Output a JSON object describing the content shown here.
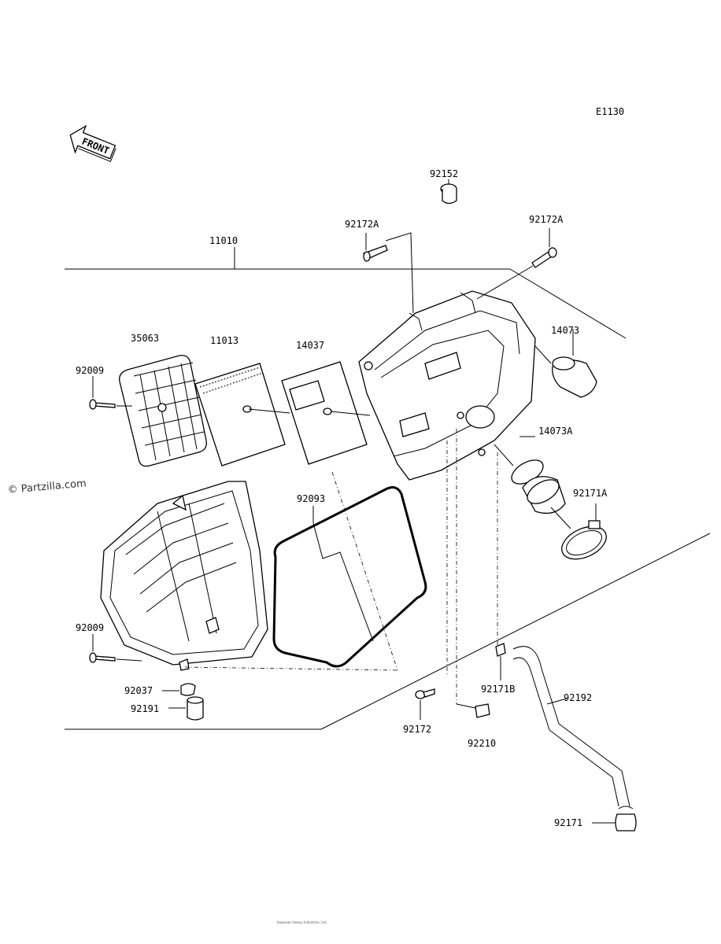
{
  "diagram_code": "E1130",
  "front_label": "FRONT",
  "watermark": "© Partzilla.com",
  "footer": "Kawasaki Heavy Industries, Ltd.",
  "parts": [
    {
      "id": "p-92152",
      "label": "92152"
    },
    {
      "id": "p-92172a-top",
      "label": "92172A"
    },
    {
      "id": "p-92172a-right",
      "label": "92172A"
    },
    {
      "id": "p-11010",
      "label": "11010"
    },
    {
      "id": "p-35063",
      "label": "35063"
    },
    {
      "id": "p-11013",
      "label": "11013"
    },
    {
      "id": "p-14037",
      "label": "14037"
    },
    {
      "id": "p-14073",
      "label": "14073"
    },
    {
      "id": "p-92009-top",
      "label": "92009"
    },
    {
      "id": "p-14073a",
      "label": "14073A"
    },
    {
      "id": "p-92093",
      "label": "92093"
    },
    {
      "id": "p-92171a",
      "label": "92171A"
    },
    {
      "id": "p-92009-bottom",
      "label": "92009"
    },
    {
      "id": "p-92037",
      "label": "92037"
    },
    {
      "id": "p-92171b",
      "label": "92171B"
    },
    {
      "id": "p-92191",
      "label": "92191"
    },
    {
      "id": "p-92192",
      "label": "92192"
    },
    {
      "id": "p-92172",
      "label": "92172"
    },
    {
      "id": "p-92210",
      "label": "92210"
    },
    {
      "id": "p-92171",
      "label": "92171"
    }
  ]
}
